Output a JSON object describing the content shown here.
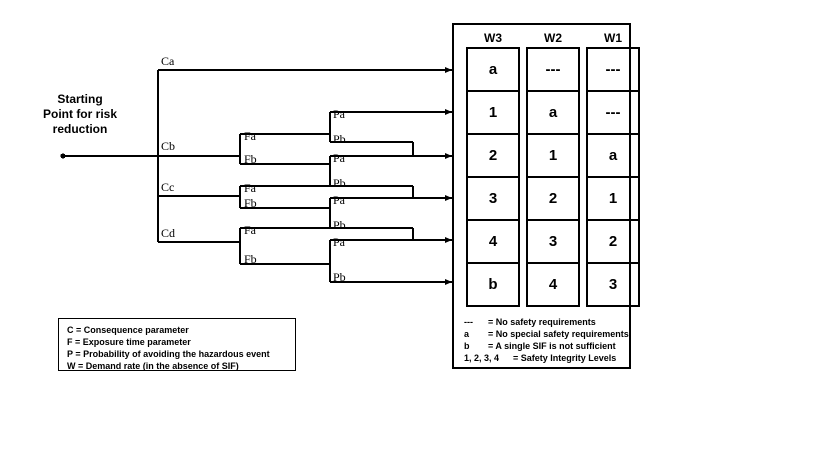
{
  "diagram": {
    "start_label": "Starting\nPoint for risk\nreduction",
    "start_label_line1": "Starting",
    "start_label_line2": "Point for risk",
    "start_label_line3": "reduction",
    "consequence_branches": [
      {
        "label": "Ca"
      },
      {
        "label": "Cb"
      },
      {
        "label": "Cc"
      },
      {
        "label": "Cd"
      }
    ],
    "exposure_branches": [
      {
        "label": "Fa"
      },
      {
        "label": "Fb"
      },
      {
        "label": "Fa"
      },
      {
        "label": "Fb"
      },
      {
        "label": "Fa"
      },
      {
        "label": "Fb"
      }
    ],
    "probability_branches": [
      {
        "label": "Pa"
      },
      {
        "label": "Pb"
      },
      {
        "label": "Pa"
      },
      {
        "label": "Pb"
      },
      {
        "label": "Pa"
      },
      {
        "label": "Pb"
      },
      {
        "label": "Pa"
      },
      {
        "label": "Pb"
      }
    ]
  },
  "table": {
    "headers": [
      "W3",
      "W2",
      "W1"
    ],
    "rows": [
      [
        "a",
        "---",
        "---"
      ],
      [
        "1",
        "a",
        "---"
      ],
      [
        "2",
        "1",
        "a"
      ],
      [
        "3",
        "2",
        "1"
      ],
      [
        "4",
        "3",
        "2"
      ],
      [
        "b",
        "4",
        "3"
      ]
    ],
    "legend": [
      {
        "key": "---",
        "text": "= No safety requirements"
      },
      {
        "key": "a",
        "text": "= No special safety requirements"
      },
      {
        "key": "b",
        "text": "= A single SIF is not sufficient"
      },
      {
        "key": "1, 2, 3, 4",
        "text": "= Safety Integrity Levels"
      }
    ]
  },
  "parameter_legend": [
    "C = Consequence parameter",
    "F = Exposure time parameter",
    "P = Probability of avoiding the hazardous event",
    "W = Demand rate (in the absence of SIF)"
  ],
  "colors": {
    "line": "#000000",
    "background": "#ffffff",
    "text": "#000000"
  }
}
